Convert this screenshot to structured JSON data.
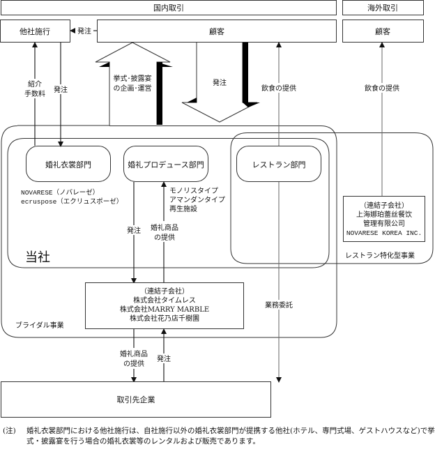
{
  "headers": {
    "domestic": "国内取引",
    "overseas": "海外取引"
  },
  "nodes": {
    "other_company": "他社施行",
    "customer_domestic": "顧客",
    "customer_overseas": "顧客",
    "wedding_dress_dept": "婚礼衣裳部門",
    "wedding_produce_dept": "婚礼プロデュース部門",
    "restaurant_dept": "レストラン部門",
    "partner_companies": "取引先企業"
  },
  "group_labels": {
    "company": "当社",
    "bridal_business": "ブライダル事業",
    "restaurant_business": "レストラン特化型事業"
  },
  "brands": {
    "line1": "NOVARESE（ノバレーゼ）",
    "line2": "ecruspose（エクリュスポーゼ）"
  },
  "facility_types": {
    "line1": "モノリスタイプ",
    "line2": "アマンダンタイプ",
    "line3": "再生施設"
  },
  "subsidiaries_bridal": {
    "line1": "（連結子会社）",
    "line2": "株式会社タイムレス",
    "line3": "株式会社MARRY MARBLE",
    "line4": "株式会社花乃店千樹園"
  },
  "subsidiaries_restaurant": {
    "line1": "（連結子会社）",
    "line2": "上海娜珀蕾丝餐饮",
    "line3": "管理有限公司",
    "line4": "NOVARESE KOREA INC."
  },
  "flows": {
    "order_to_other": "発注",
    "referral_fee_1": "紹介",
    "referral_fee_2": "手数料",
    "order_from_other": "発注",
    "planning_1": "挙式･披露宴",
    "planning_2": "の企画･運営",
    "customer_order": "発注",
    "food_service_domestic": "飲食の提供",
    "food_service_overseas": "飲食の提供",
    "produce_order": "発注",
    "goods_supply_1_a": "婚礼商品",
    "goods_supply_1_b": "の提供",
    "outsourcing": "業務委託",
    "goods_supply_2_a": "婚礼商品",
    "goods_supply_2_b": "の提供",
    "partner_order": "発注"
  },
  "footnote": {
    "label": "(注)",
    "text": "婚礼衣裳部門における他社施行は、自社施行以外の婚礼衣裳部門が提携する他社(ホテル、専門式場、ゲストハウスなど)で挙式・披露宴を行う場合の婚礼衣裳等のレンタルおよび販売であります。"
  }
}
